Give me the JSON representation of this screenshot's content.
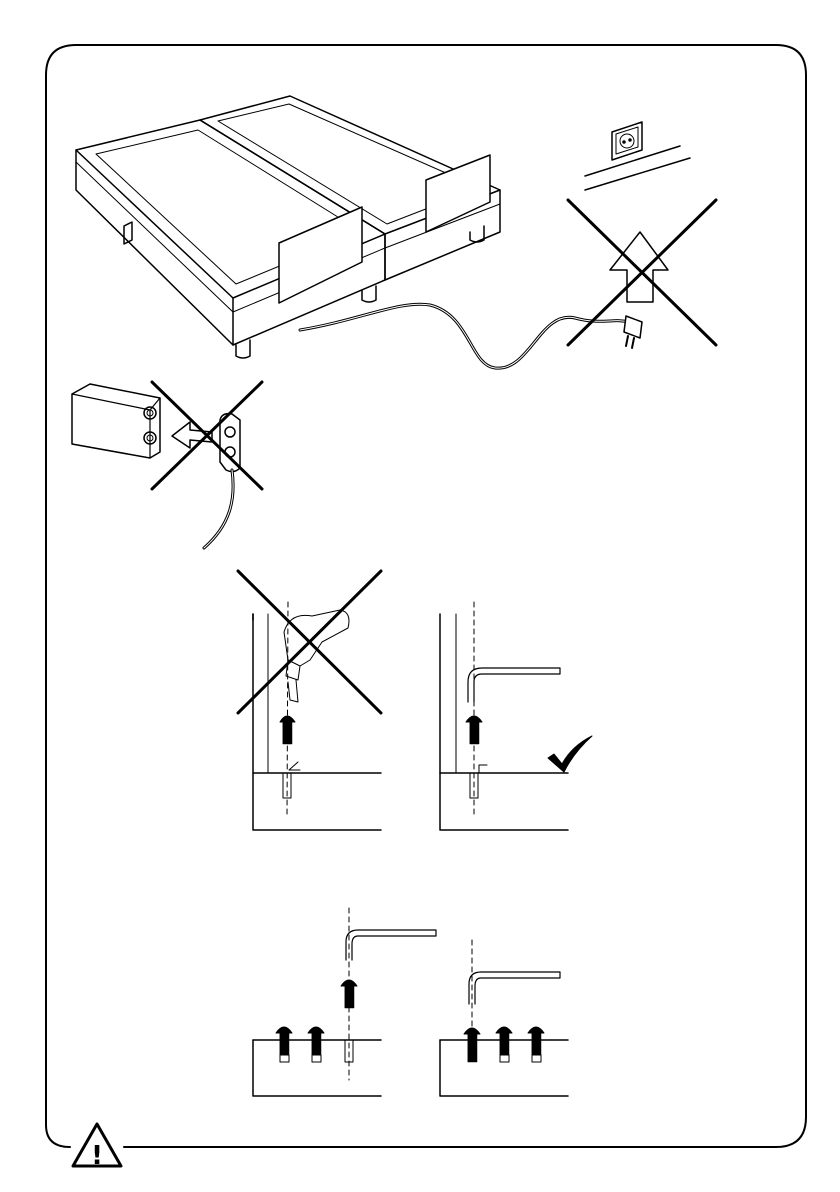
{
  "page": {
    "warning_symbol": "!",
    "ink_color": "#000000",
    "paper_color": "#ffffff"
  },
  "figures": [
    {
      "id": "bed-unplug",
      "status": "prohibited",
      "depicts": "bed-base-with-headboards-and-power-cable"
    },
    {
      "id": "connector-unplug",
      "status": "prohibited",
      "depicts": "control-box-with-cable-connector"
    },
    {
      "id": "drill-fitting",
      "status": "prohibited",
      "depicts": "power-drill-driving-screw-at-angle"
    },
    {
      "id": "allen-key-fitting",
      "status": "approved",
      "depicts": "allen-key-driving-screw-vertically"
    },
    {
      "id": "screw-sequence",
      "status": "info",
      "depicts": "screws-fitted-one-by-one-with-allen-key"
    }
  ]
}
